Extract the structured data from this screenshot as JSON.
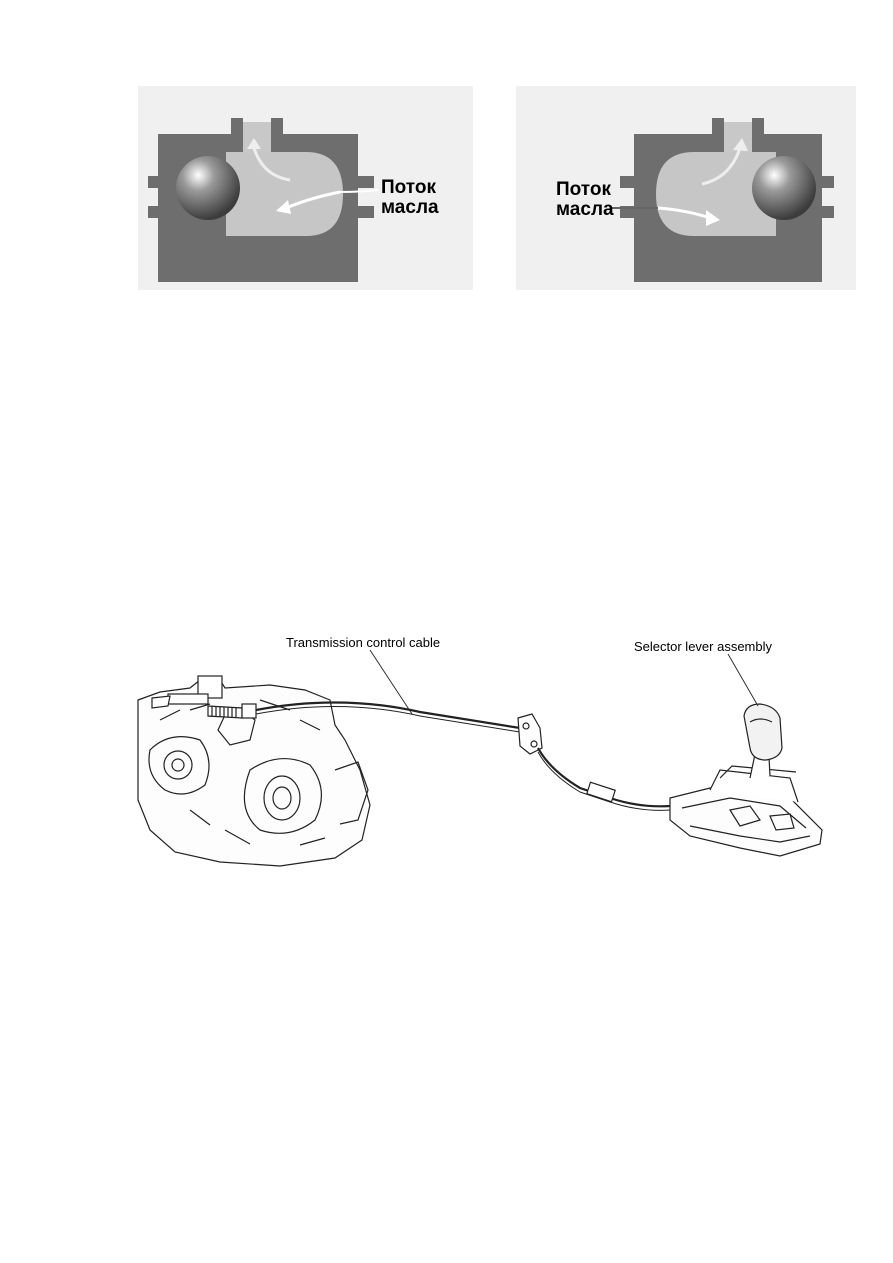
{
  "valve_left": {
    "label_line1": "Поток",
    "label_line2": "масла"
  },
  "valve_right": {
    "label_line1": "Поток",
    "label_line2": "масла"
  },
  "cable_diagram": {
    "cable_label": "Transmission control cable",
    "lever_label": "Selector lever assembly"
  }
}
